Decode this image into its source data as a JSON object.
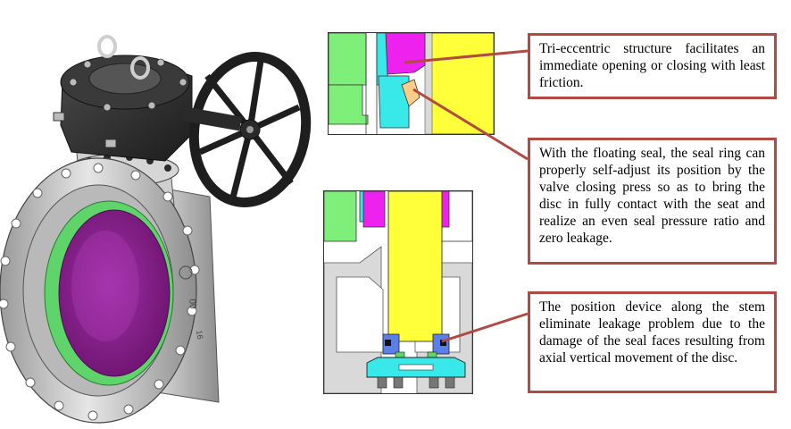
{
  "callouts": [
    {
      "id": "tri-eccentric",
      "text": "Tri-eccentric structure facilitates an immediate opening or closing with least friction."
    },
    {
      "id": "floating-seal",
      "text": "With the floating seal, the seal ring can properly self-adjust its position by the valve closing press so as to bring the disc in fully contact with the seat and realize an even seal pressure ratio and zero leakage."
    },
    {
      "id": "position-device",
      "text": "The position device along the stem eliminate leakage problem due to the damage of the seal faces resulting from axial vertical movement of the disc."
    }
  ],
  "valve_markings": {
    "size_text": "00",
    "rating_text": "16"
  },
  "colors": {
    "callout_border": "#b24a43",
    "leader_line": "#b24a43",
    "section_green": "#7ef07a",
    "section_magenta": "#ee22ee",
    "section_cyan": "#39e8e8",
    "section_yellow": "#ffff3a",
    "section_gray": "#d9d9d9",
    "disc_purple": "#8a1f8a",
    "seal_green": "#5fd46a"
  }
}
